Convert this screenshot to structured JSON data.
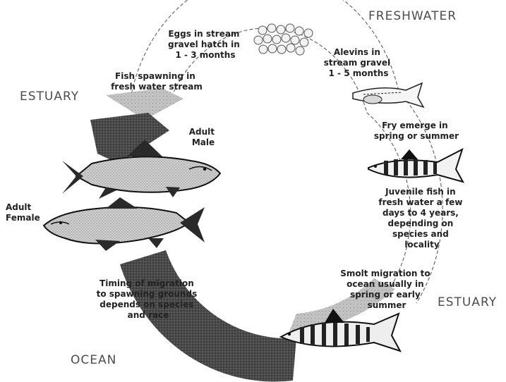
{
  "colors": {
    "ink": "#1a1a1a",
    "ring_dark": "#4a4a4a",
    "ring_light": "#b8b8b8",
    "fish_body": "#c9c9c9",
    "fish_dark": "#2a2a2a",
    "region_text": "#4d4d4d"
  },
  "regions": {
    "freshwater": "FRESHWATER",
    "estuary_left": "ESTUARY",
    "estuary_right": "ESTUARY",
    "ocean": "OCEAN"
  },
  "stages": {
    "eggs": [
      "Eggs in stream",
      "gravel hatch in",
      "1 - 3 months"
    ],
    "alevins": [
      "Alevins in",
      "stream gravel",
      "1 - 5 months"
    ],
    "fry": [
      "Fry emerge in",
      "spring or summer"
    ],
    "juvenile": [
      "Juvenile fish in",
      "fresh water a few",
      "days to 4 years,",
      "depending on",
      "species and",
      "locality"
    ],
    "smolt": [
      "Smolt migration to",
      "ocean usually in",
      "spring or early",
      "summer"
    ],
    "migration": [
      "Timing of migration",
      "to spawning grounds",
      "depends on species",
      "and race"
    ],
    "spawning": [
      "Fish spawning in",
      "fresh water stream"
    ]
  },
  "adults": {
    "male": [
      "Adult",
      "Male"
    ],
    "female": [
      "Adult",
      "Female"
    ]
  },
  "icons": [
    "egg-cluster-icon",
    "alevin-icon",
    "fry-icon",
    "juvenile-fish-icon",
    "smolt-icon",
    "adult-male-salmon-icon",
    "adult-female-salmon-icon",
    "migration-arrow-icon"
  ]
}
